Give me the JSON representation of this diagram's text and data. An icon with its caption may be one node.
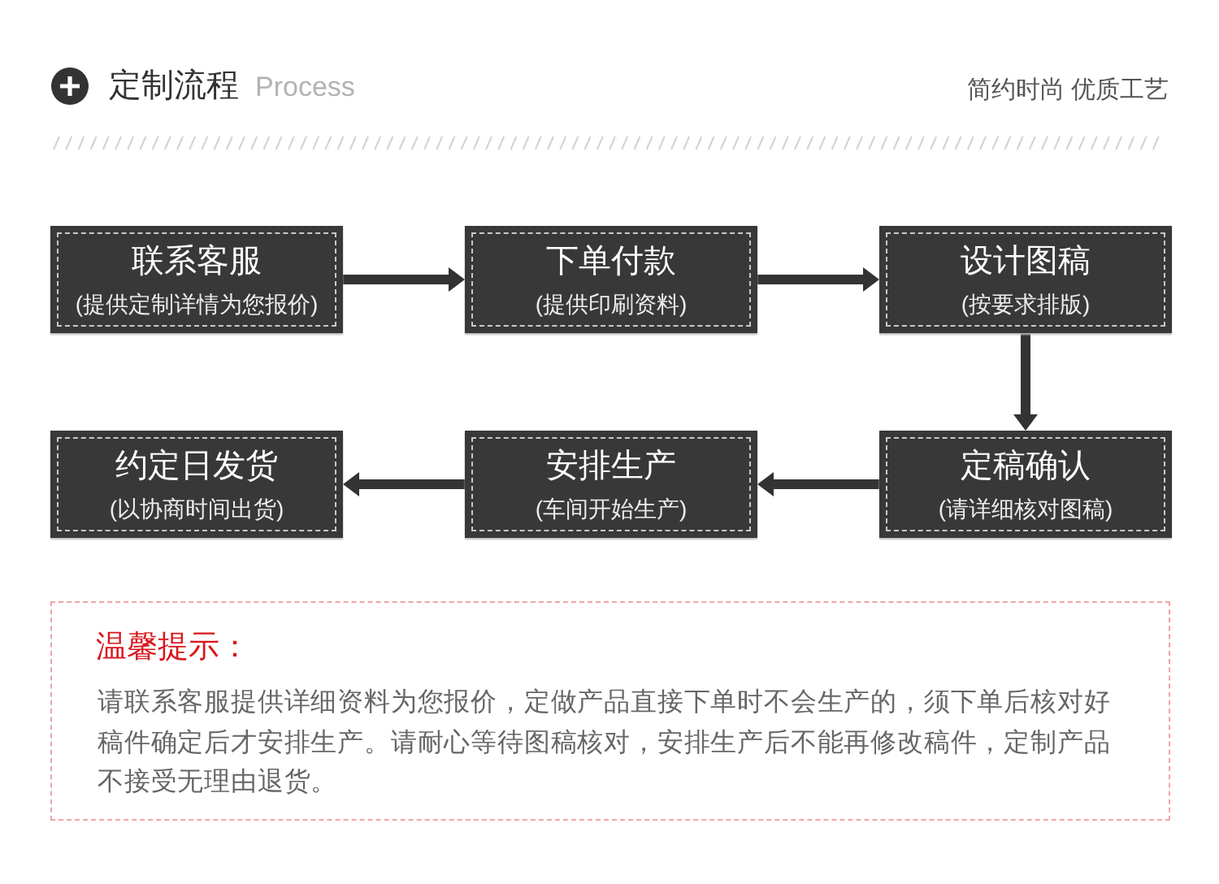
{
  "diagram": {
    "title": "定制流程",
    "nodes": [
      {
        "text": [
          "联系客服",
          "(提供定制详情为您报价)"
        ]
      },
      {
        "text": [
          "下单付款",
          "(提供印刷资料)"
        ]
      },
      {
        "text": [
          "设计图稿",
          "(按要求排版)"
        ]
      },
      {
        "text": [
          "定稿确认",
          "(请详细核对图稿)"
        ]
      },
      {
        "text": [
          "安排生产",
          "(车间开始生产)"
        ]
      },
      {
        "text": [
          "约定日发货",
          "(以协商时间出货)"
        ]
      },
      {
        "text": [
          "温馨提示：",
          "请联系客服提供详细资料为您报价，定做产品直接下单时不会生产的，须下单后核对好稿件确定后才安排生产。请耐心等待图稿核对，安排生产后不能再修改稿件，定制产品不接受无理由退货。"
        ]
      }
    ],
    "edges": [
      {
        "from": 0,
        "to": 1,
        "arrow": "to"
      },
      {
        "from": 1,
        "to": 2,
        "arrow": "to"
      },
      {
        "from": 2,
        "to": 3,
        "arrow": "to"
      },
      {
        "from": 3,
        "to": 4,
        "arrow": "to"
      },
      {
        "from": 4,
        "to": 5,
        "arrow": "to"
      }
    ],
    "labels": [
      "Process",
      "简约时尚 优质工艺"
    ]
  }
}
